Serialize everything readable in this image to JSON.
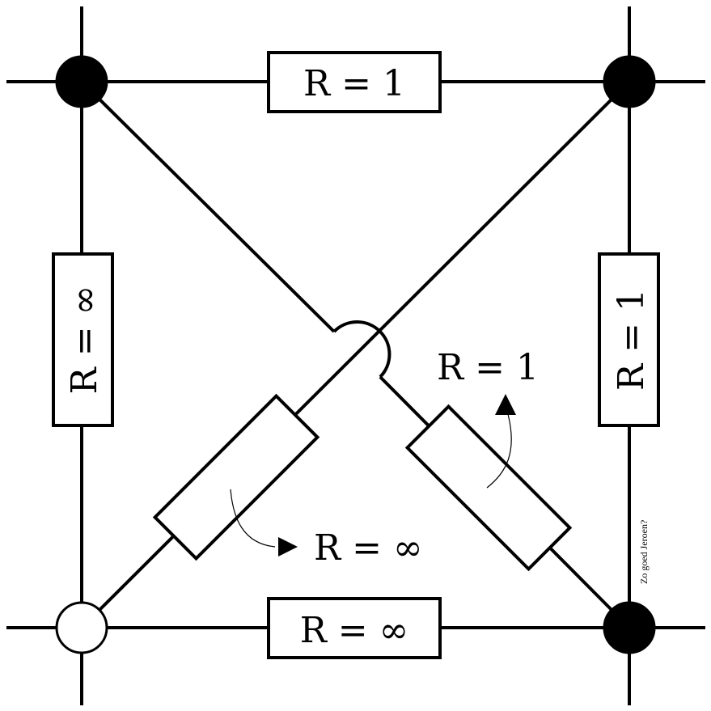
{
  "diagram": {
    "resistors": {
      "top": "R = 1",
      "bottom": "R = ∞",
      "left": "R = ∞",
      "right": "R = 1",
      "diag_left": "R = ∞",
      "diag_right": "R = 1"
    },
    "nodes": {
      "top_left": "filled",
      "top_right": "filled",
      "bottom_right": "filled",
      "bottom_left": "open"
    },
    "note": "Zo goed Jeroen?"
  }
}
